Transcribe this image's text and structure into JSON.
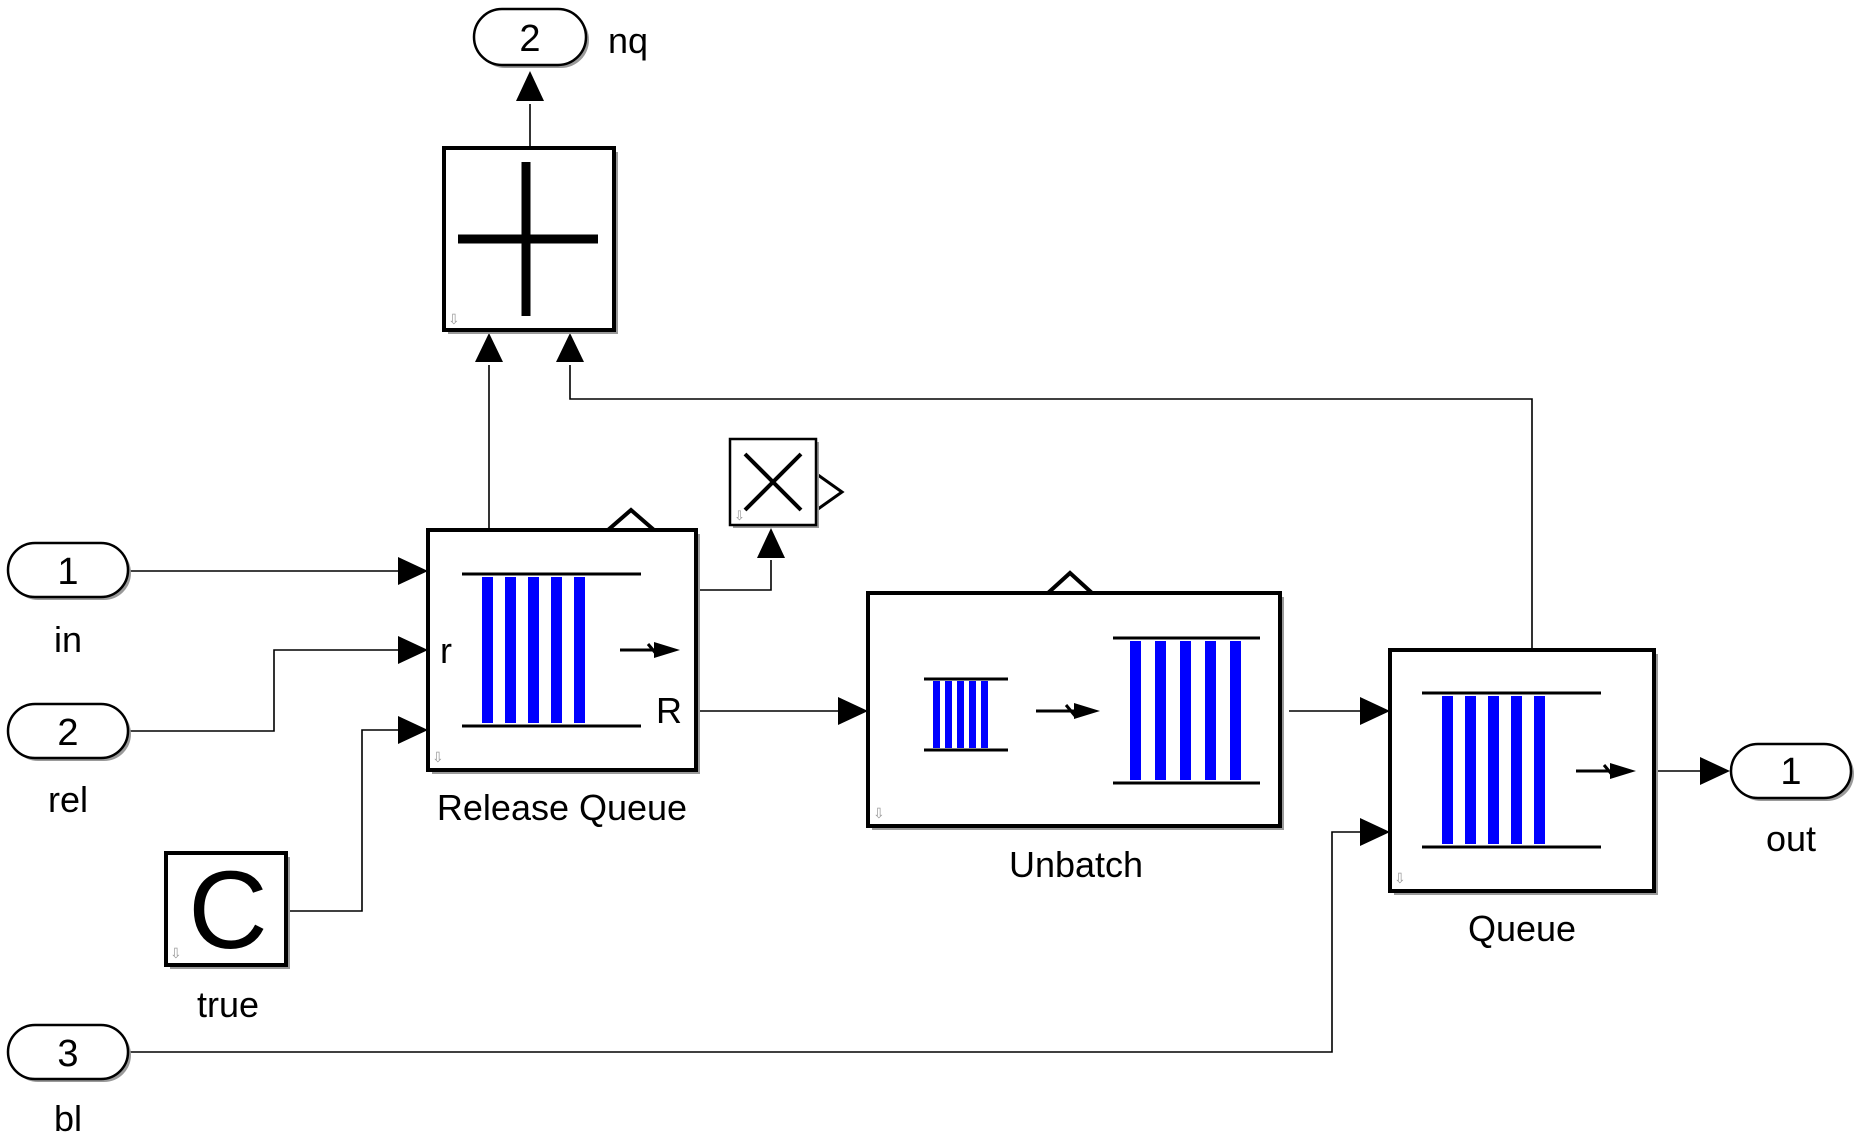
{
  "inports": [
    {
      "number": "1",
      "name": "in"
    },
    {
      "number": "2",
      "name": "rel"
    },
    {
      "number": "3",
      "name": "bl"
    }
  ],
  "outports": [
    {
      "number": "1",
      "name": "out"
    },
    {
      "number": "2",
      "name": "nq"
    }
  ],
  "blocks": {
    "release_queue": {
      "name": "Release Queue",
      "port_r": "r",
      "port_R": "R"
    },
    "unbatch": {
      "name": "Unbatch"
    },
    "queue": {
      "name": "Queue"
    },
    "constant": {
      "name": "true",
      "symbol": "C"
    },
    "sum": {
      "symbol": "plus-icon"
    },
    "terminator": {
      "symbol": "cross-icon"
    }
  },
  "colors": {
    "queue_bars": "#0000ff",
    "wire": "#000000"
  }
}
